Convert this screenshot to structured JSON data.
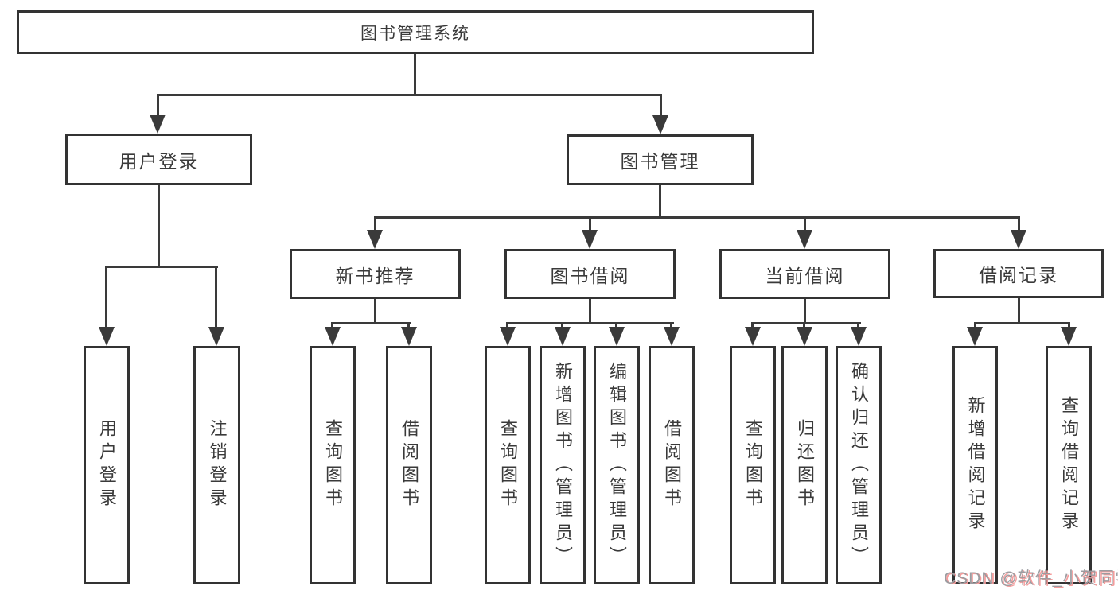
{
  "diagram": {
    "root": {
      "label": "图书管理系统"
    },
    "level2": {
      "user_login": {
        "label": "用户登录"
      },
      "book_management": {
        "label": "图书管理"
      }
    },
    "level3": {
      "new_book_recommend": {
        "label": "新书推荐"
      },
      "book_borrow": {
        "label": "图书借阅"
      },
      "current_borrow": {
        "label": "当前借阅"
      },
      "borrow_records": {
        "label": "借阅记录"
      }
    },
    "leaves": {
      "user_login": {
        "label": "用户登录"
      },
      "logout": {
        "label": "注销登录"
      },
      "recommend_query_book": {
        "label": "查询图书"
      },
      "recommend_borrow_book": {
        "label": "借阅图书"
      },
      "borrow_query_book": {
        "label": "查询图书"
      },
      "borrow_add_book_admin": {
        "label": "新增图书（管理员）"
      },
      "borrow_edit_book_admin": {
        "label": "编辑图书（管理员）"
      },
      "borrow_borrow_book": {
        "label": "借阅图书"
      },
      "current_query_book": {
        "label": "查询图书"
      },
      "current_return_book": {
        "label": "归还图书"
      },
      "current_confirm_return_admin": {
        "label": "确认归还（管理员）"
      },
      "records_add_record": {
        "label": "新增借阅记录"
      },
      "records_query_record": {
        "label": "查询借阅记录"
      }
    }
  },
  "watermark": {
    "text": "CSDN @软件_小贺同学"
  },
  "colors": {
    "line": "#3a3a3a",
    "border": "#333333",
    "watermark_gray": "#9c9ca0",
    "watermark_red": "#f49c9c"
  }
}
